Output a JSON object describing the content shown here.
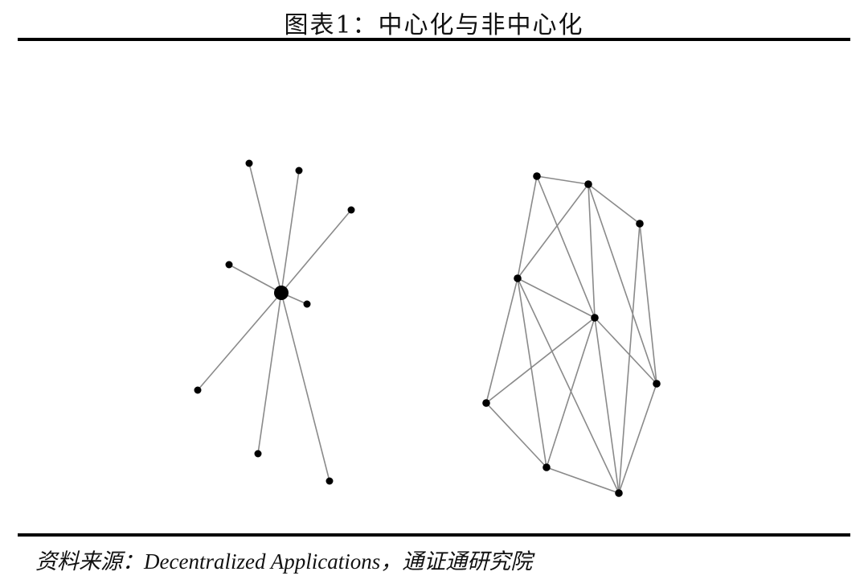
{
  "title": "图表1：中心化与非中心化",
  "source": "资料来源：Decentralized Applications，通证通研究院",
  "diagrams": [
    {
      "name": "centralized",
      "hub": "H",
      "leaves": 8
    },
    {
      "name": "decentralized",
      "nodes": [
        "A",
        "B",
        "C",
        "D",
        "E",
        "F",
        "G",
        "H",
        "I"
      ],
      "edges": [
        [
          "A",
          "B"
        ],
        [
          "A",
          "D"
        ],
        [
          "A",
          "E"
        ],
        [
          "B",
          "C"
        ],
        [
          "B",
          "D"
        ],
        [
          "B",
          "E"
        ],
        [
          "B",
          "F"
        ],
        [
          "C",
          "F"
        ],
        [
          "C",
          "I"
        ],
        [
          "D",
          "E"
        ],
        [
          "D",
          "G"
        ],
        [
          "D",
          "H"
        ],
        [
          "D",
          "I"
        ],
        [
          "E",
          "F"
        ],
        [
          "E",
          "G"
        ],
        [
          "E",
          "H"
        ],
        [
          "E",
          "I"
        ],
        [
          "G",
          "H"
        ],
        [
          "H",
          "I"
        ],
        [
          "F",
          "I"
        ]
      ]
    }
  ],
  "colors": {
    "line": "#8a8a8a",
    "node": "#000000"
  }
}
